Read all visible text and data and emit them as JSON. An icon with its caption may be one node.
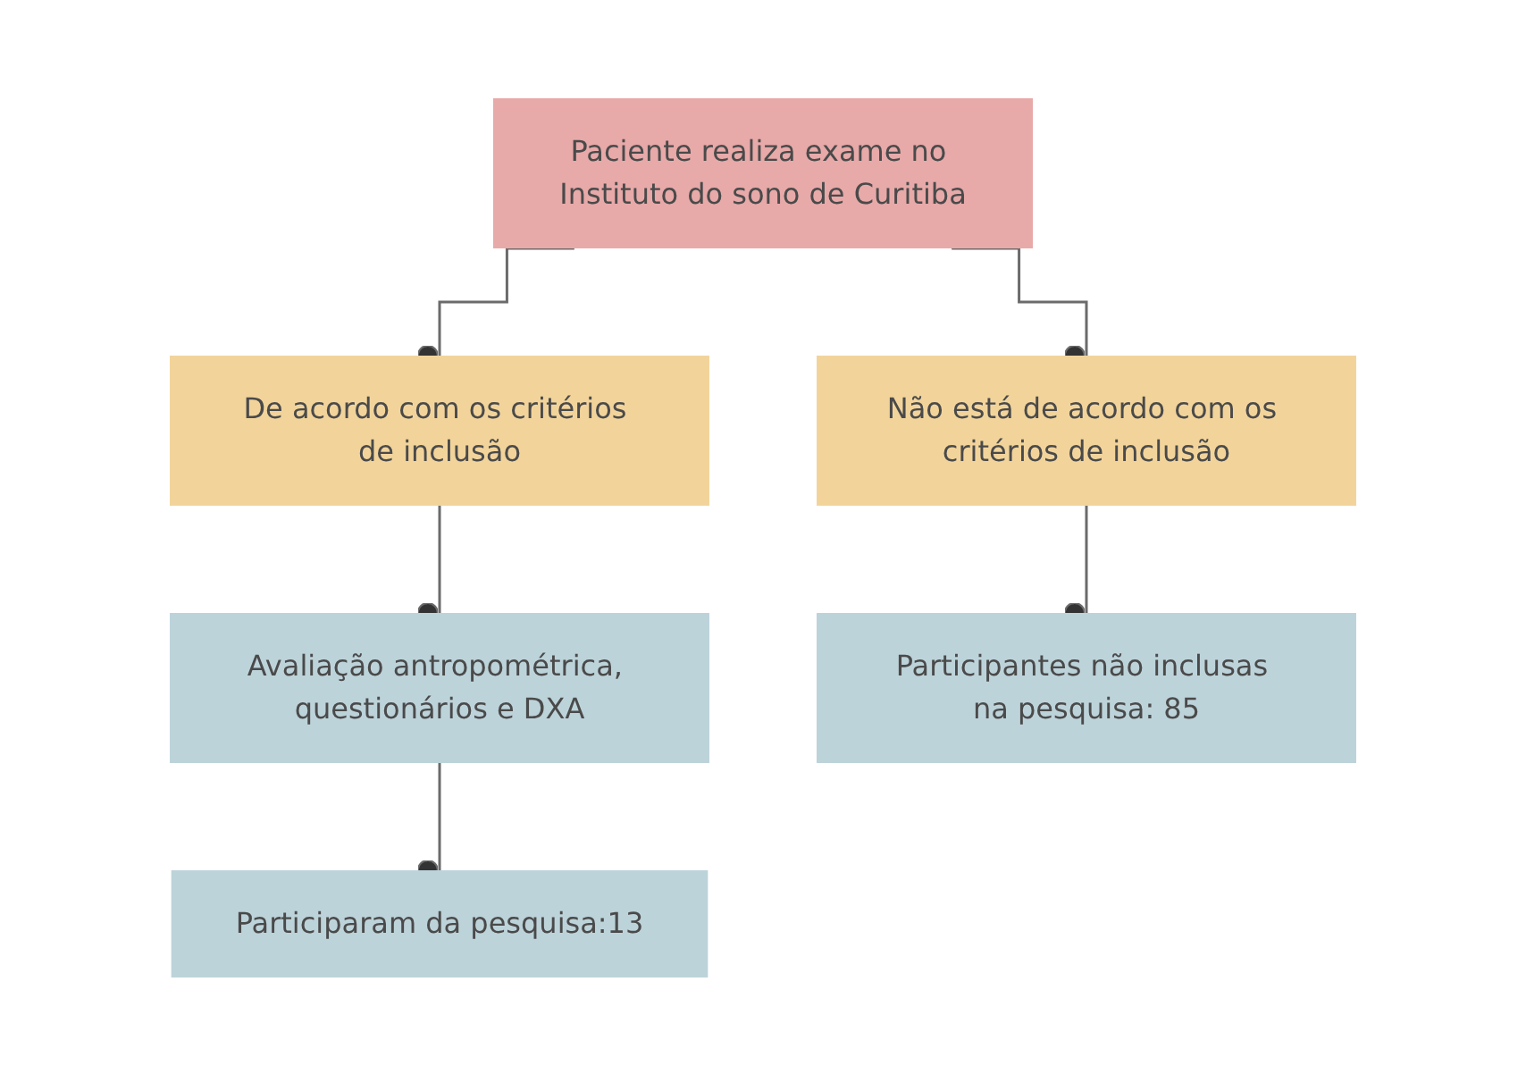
{
  "diagram": {
    "nodes": [
      {
        "text": [
          "Paciente realiza exame no Instituto do sono de Curitiba"
        ]
      },
      {
        "text": [
          "De acordo com os critérios de inclusão"
        ]
      },
      {
        "text": [
          "Não está de acordo com os critérios de inclusão"
        ]
      },
      {
        "text": [
          "Avaliação antropométrica, questionários e DXA"
        ]
      },
      {
        "text": [
          "Participantes não inclusas na pesquisa: 85"
        ]
      },
      {
        "text": [
          "Participaram da pesquisa:13"
        ]
      }
    ],
    "edges": [
      {
        "from": 0,
        "to": 1,
        "arrow": "other"
      },
      {
        "from": 0,
        "to": 2,
        "arrow": "other"
      },
      {
        "from": 1,
        "to": 3,
        "arrow": "other"
      },
      {
        "from": 2,
        "to": 4,
        "arrow": "other"
      },
      {
        "from": 3,
        "to": 5,
        "arrow": "other"
      }
    ]
  }
}
